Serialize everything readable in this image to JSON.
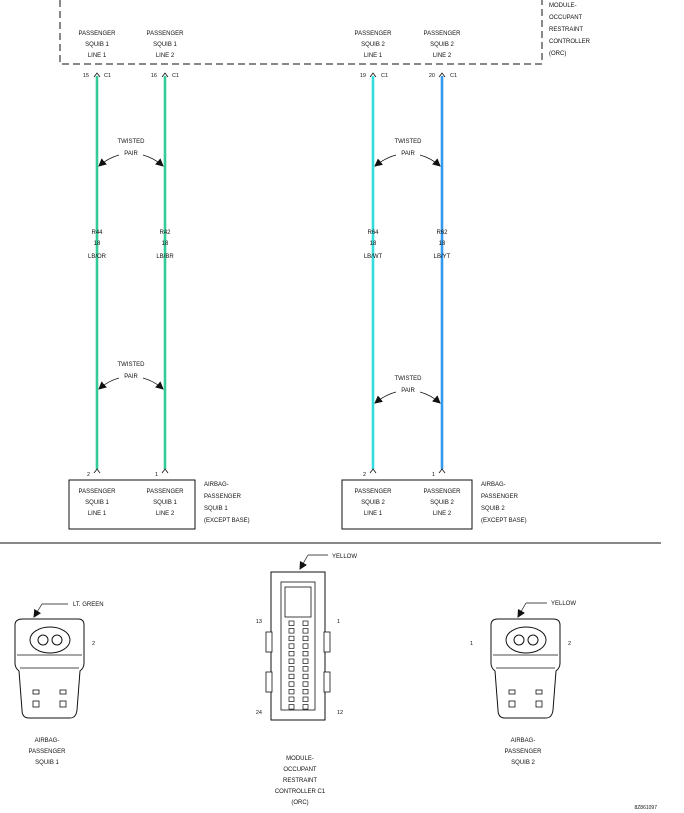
{
  "orc_module": {
    "lines": [
      "MODULE-",
      "OCCUPANT",
      "RESTRAINT",
      "CONTROLLER",
      "(ORC)"
    ],
    "pins": [
      {
        "label_lines": [
          "PASSENGER",
          "SQUIB 1",
          "LINE 1"
        ],
        "cavity": "15",
        "connector": "C1"
      },
      {
        "label_lines": [
          "PASSENGER",
          "SQUIB 1",
          "LINE 2"
        ],
        "cavity": "16",
        "connector": "C1"
      },
      {
        "label_lines": [
          "PASSENGER",
          "SQUIB 2",
          "LINE 1"
        ],
        "cavity": "19",
        "connector": "C1"
      },
      {
        "label_lines": [
          "PASSENGER",
          "SQUIB 2",
          "LINE 2"
        ],
        "cavity": "20",
        "connector": "C1"
      }
    ]
  },
  "wires": [
    {
      "circuit": "R44",
      "gauge": "18",
      "color_code": "LB/OR",
      "color_hex": "#33cc99"
    },
    {
      "circuit": "R42",
      "gauge": "18",
      "color_code": "LB/BR",
      "color_hex": "#33cc99"
    },
    {
      "circuit": "R64",
      "gauge": "18",
      "color_code": "LB/WT",
      "color_hex": "#33dddd"
    },
    {
      "circuit": "R62",
      "gauge": "18",
      "color_code": "LB/YT",
      "color_hex": "#3399ee"
    }
  ],
  "twisted_pair_lines": [
    "TWISTED",
    "PAIR"
  ],
  "airbags": [
    {
      "box_labels": [
        [
          "PASSENGER",
          "SQUIB 1",
          "LINE 1"
        ],
        [
          "PASSENGER",
          "SQUIB 1",
          "LINE 2"
        ]
      ],
      "pins": [
        "2",
        "1"
      ],
      "name_lines": [
        "AIRBAG-",
        "PASSENGER",
        "SQUIB 1",
        "(EXCEPT BASE)"
      ]
    },
    {
      "box_labels": [
        [
          "PASSENGER",
          "SQUIB 2",
          "LINE 1"
        ],
        [
          "PASSENGER",
          "SQUIB 2",
          "LINE 2"
        ]
      ],
      "pins": [
        "2",
        "1"
      ],
      "name_lines": [
        "AIRBAG-",
        "PASSENGER",
        "SQUIB 2",
        "(EXCEPT BASE)"
      ]
    }
  ],
  "connectors": [
    {
      "color": "LT. GREEN",
      "pin_labels": [
        "2"
      ],
      "name_lines": [
        "AIRBAG-",
        "PASSENGER",
        "SQUIB 1"
      ]
    },
    {
      "color": "YELLOW",
      "pin_labels": [
        "13",
        "1",
        "24",
        "12"
      ],
      "name_lines": [
        "MODULE-",
        "OCCUPANT",
        "RESTRAINT",
        "CONTROLLER C1",
        "(ORC)"
      ]
    },
    {
      "color": "YELLOW",
      "pin_labels": [
        "1",
        "2"
      ],
      "name_lines": [
        "AIRBAG-",
        "PASSENGER",
        "SQUIB 2"
      ]
    }
  ],
  "figure_id": "8Z861097"
}
